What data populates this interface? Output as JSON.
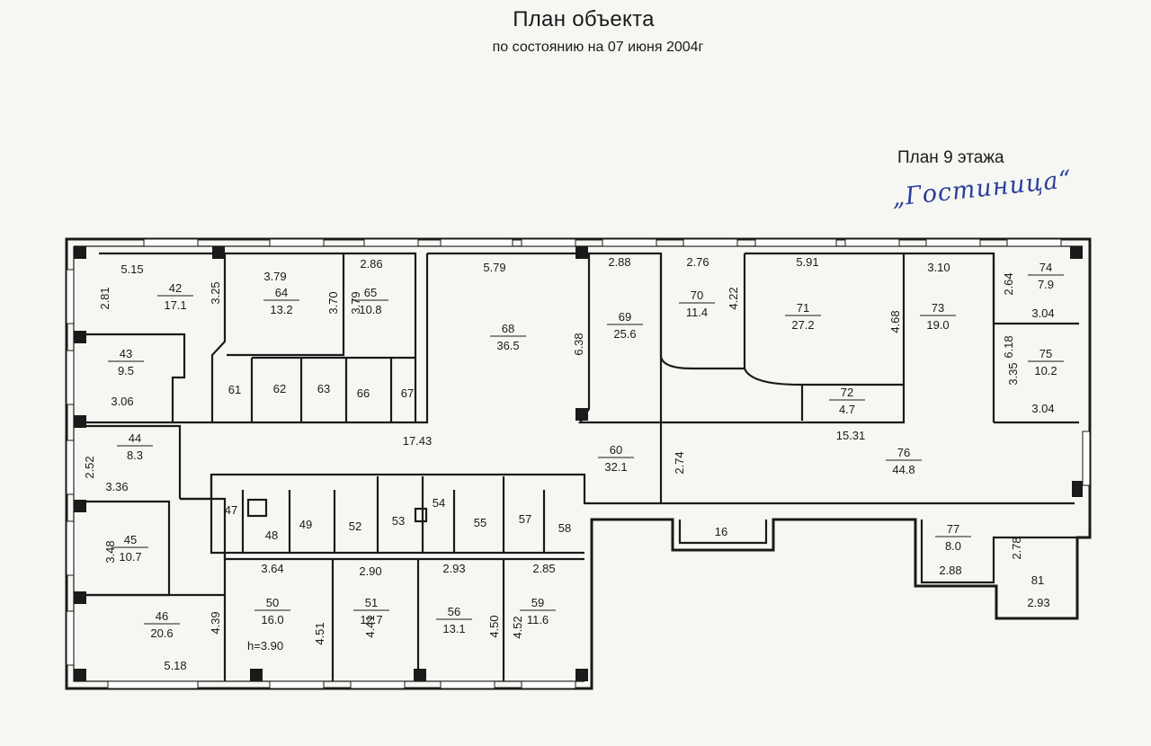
{
  "header": {
    "title": "План объекта",
    "subtitle": "по состоянию на 07 июня 2004г",
    "floor": "План 9 этажа",
    "handwritten": "„Гостиница“"
  },
  "rooms": [
    {
      "id": "r42",
      "num": "42",
      "area": "17.1"
    },
    {
      "id": "r43",
      "num": "43",
      "area": "9.5"
    },
    {
      "id": "r44",
      "num": "44",
      "area": "8.3"
    },
    {
      "id": "r45",
      "num": "45",
      "area": "10.7"
    },
    {
      "id": "r46",
      "num": "46",
      "area": "20.6"
    },
    {
      "id": "r50",
      "num": "50",
      "area": "16.0"
    },
    {
      "id": "r51",
      "num": "51",
      "area": "12.7"
    },
    {
      "id": "r56",
      "num": "56",
      "area": "13.1"
    },
    {
      "id": "r59",
      "num": "59",
      "area": "11.6"
    },
    {
      "id": "r64",
      "num": "64",
      "area": "13.2"
    },
    {
      "id": "r65",
      "num": "65",
      "area": "10.8"
    },
    {
      "id": "r68",
      "num": "68",
      "area": "36.5"
    },
    {
      "id": "r69",
      "num": "69",
      "area": "25.6"
    },
    {
      "id": "r70",
      "num": "70",
      "area": "11.4"
    },
    {
      "id": "r71",
      "num": "71",
      "area": "27.2"
    },
    {
      "id": "r72",
      "num": "72",
      "area": "4.7"
    },
    {
      "id": "r73",
      "num": "73",
      "area": "19.0"
    },
    {
      "id": "r74",
      "num": "74",
      "area": "7.9"
    },
    {
      "id": "r75",
      "num": "75",
      "area": "10.2"
    },
    {
      "id": "r60",
      "num": "60",
      "area": "32.1"
    },
    {
      "id": "r76",
      "num": "76",
      "area": "44.8"
    },
    {
      "id": "r77",
      "num": "77",
      "area": "8.0"
    }
  ],
  "small_rooms": [
    "47",
    "48",
    "49",
    "52",
    "53",
    "54",
    "55",
    "57",
    "58",
    "61",
    "62",
    "63",
    "66",
    "67",
    "16",
    "81"
  ],
  "dimensions": [
    "5.15",
    "2.81",
    "3.25",
    "3.79",
    "3.70",
    "3.79",
    "2.86",
    "5.79",
    "2.88",
    "2.76",
    "4.22",
    "5.91",
    "4.68",
    "3.10",
    "2.64",
    "3.04",
    "6.18",
    "3.35",
    "3.04",
    "6.38",
    "3.06",
    "17.43",
    "2.52",
    "3.36",
    "2.74",
    "15.31",
    "3.48",
    "3.64",
    "2.90",
    "2.93",
    "2.85",
    "2.78",
    "2.88",
    "2.93",
    "4.39",
    "4.51",
    "4.41",
    "4.50",
    "4.52",
    "5.18"
  ],
  "height_note": "h=3.90"
}
